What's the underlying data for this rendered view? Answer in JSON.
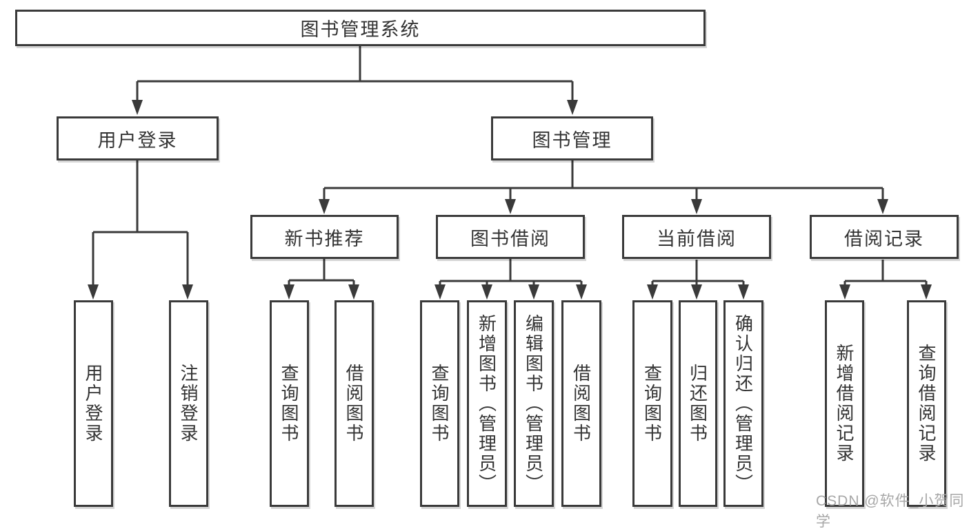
{
  "diagram": {
    "root": {
      "label": "图书管理系统"
    },
    "level2": [
      {
        "label": "用户登录"
      },
      {
        "label": "图书管理"
      }
    ],
    "level3": [
      {
        "label": "新书推荐"
      },
      {
        "label": "图书借阅"
      },
      {
        "label": "当前借阅"
      },
      {
        "label": "借阅记录"
      }
    ],
    "leaves": {
      "user_login": [
        {
          "label": "用户登录"
        },
        {
          "label": "注销登录"
        }
      ],
      "recommend": [
        {
          "label": "查询图书"
        },
        {
          "label": "借阅图书"
        }
      ],
      "borrow": [
        {
          "label": "查询图书"
        },
        {
          "label": "新增图书（管理员）"
        },
        {
          "label": "编辑图书（管理员）"
        },
        {
          "label": "借阅图书"
        }
      ],
      "current": [
        {
          "label": "查询图书"
        },
        {
          "label": "归还图书"
        },
        {
          "label": "确认归还（管理员）"
        }
      ],
      "records": [
        {
          "label": "新增借阅记录"
        },
        {
          "label": "查询借阅记录"
        }
      ]
    }
  },
  "watermark": {
    "text": "CSDN @软件_小贺同学"
  },
  "colors": {
    "line": "#3a3a3a",
    "text": "#333333",
    "background": "#ffffff",
    "watermark": "#a7a7a7"
  }
}
